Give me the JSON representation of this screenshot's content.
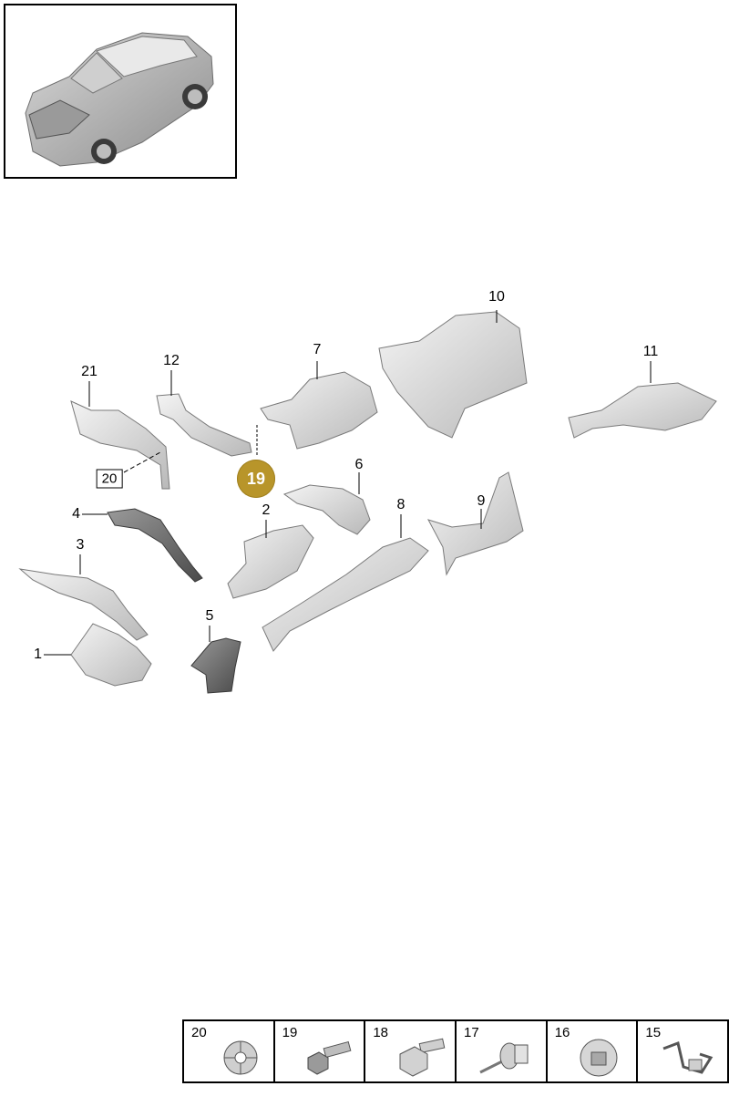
{
  "callouts": [
    {
      "label": "21"
    },
    {
      "label": "12"
    },
    {
      "label": "7"
    },
    {
      "label": "10"
    },
    {
      "label": "11"
    },
    {
      "label": "6"
    },
    {
      "label": "4"
    },
    {
      "label": "2"
    },
    {
      "label": "8"
    },
    {
      "label": "9"
    },
    {
      "label": "3"
    },
    {
      "label": "5"
    },
    {
      "label": "1"
    }
  ],
  "box_label": "20",
  "highlight": {
    "label": "19",
    "color": "#b8952a"
  },
  "hardware": [
    {
      "label": "20",
      "icon": "washer-clip-icon"
    },
    {
      "label": "19",
      "icon": "bolt-icon"
    },
    {
      "label": "18",
      "icon": "hex-bolt-icon"
    },
    {
      "label": "17",
      "icon": "push-rivet-icon"
    },
    {
      "label": "16",
      "icon": "nut-icon"
    },
    {
      "label": "15",
      "icon": "clip-icon"
    }
  ]
}
